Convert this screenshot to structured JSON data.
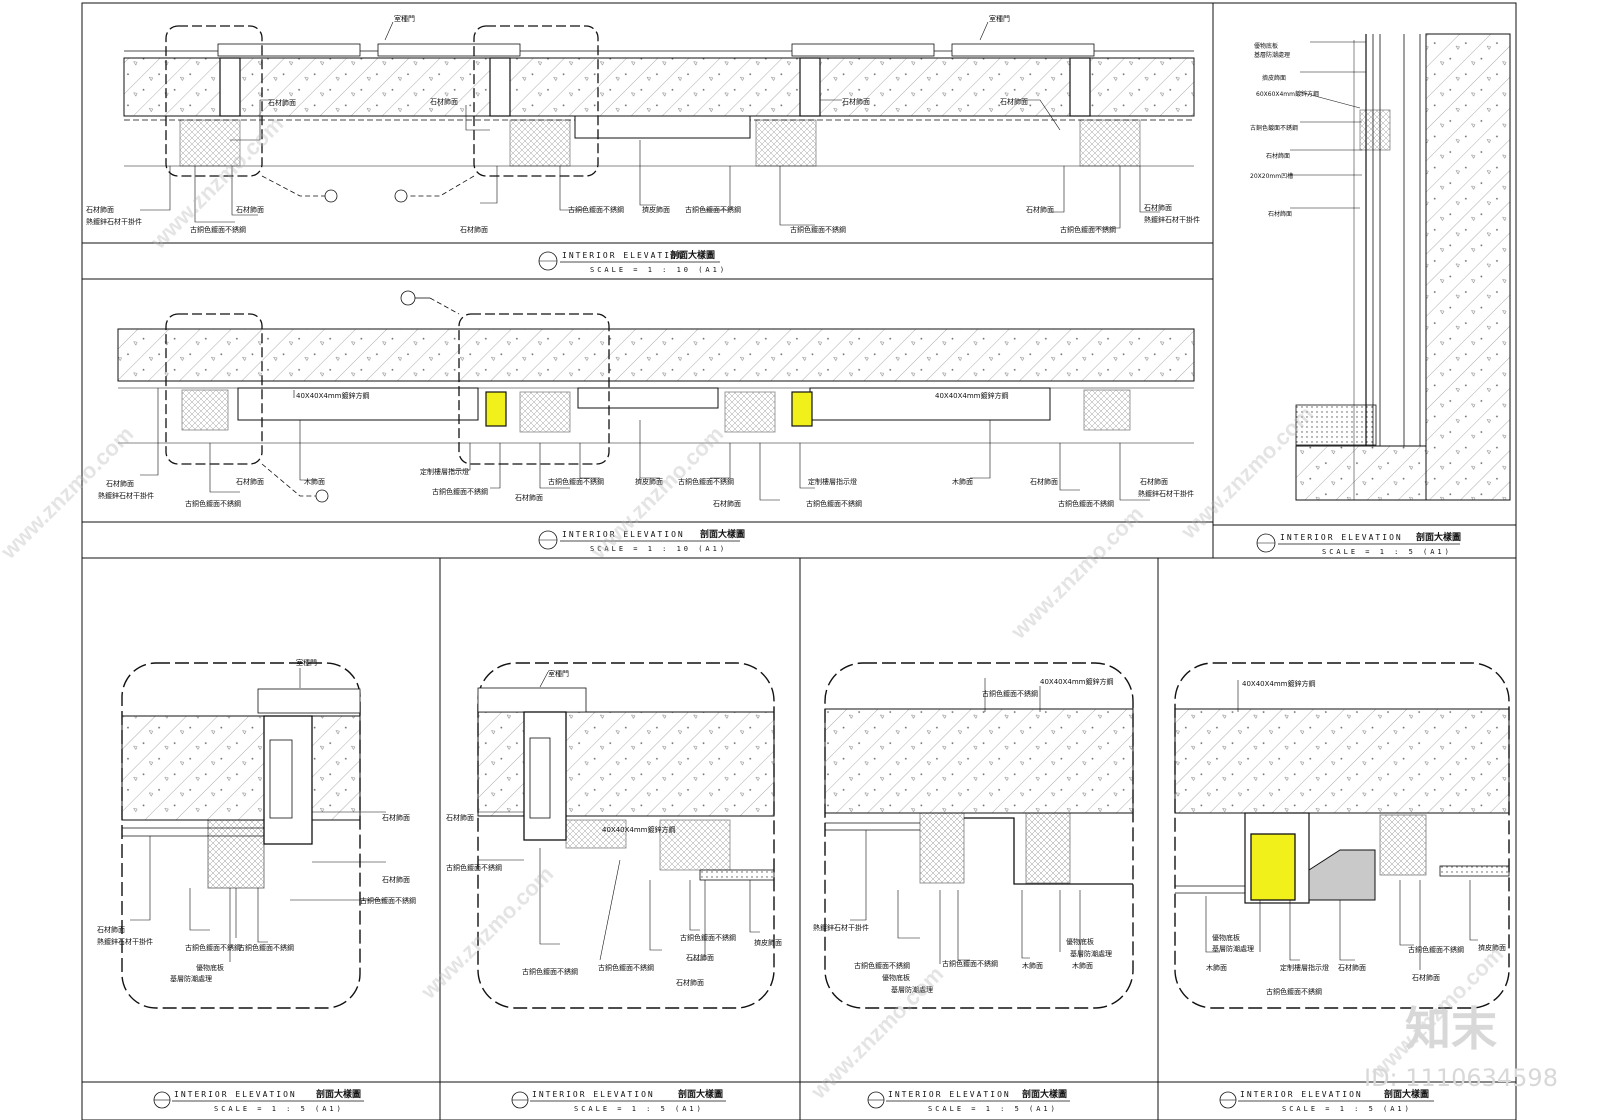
{
  "titles": {
    "panel_top_en": "INTERIOR ELEVATION",
    "panel_top_cn": "剖面大樣圖",
    "panel_top_scale": "SCALE = 1 : 10 (A1)",
    "panel_mid_en": "INTERIOR ELEVATION",
    "panel_mid_cn": "剖面大樣圖",
    "panel_mid_scale": "SCALE = 1 : 10 (A1)",
    "panel_right_en": "INTERIOR ELEVATION",
    "panel_right_cn": "剖面大樣圖",
    "panel_right_scale": "SCALE = 1 : 5 (A1)",
    "panel_b1_en": "INTERIOR ELEVATION",
    "panel_b1_cn": "剖面大樣圖",
    "panel_b1_scale": "SCALE = 1 : 5 (A1)",
    "panel_b2_en": "INTERIOR ELEVATION",
    "panel_b2_cn": "剖面大樣圖",
    "panel_b2_scale": "SCALE = 1 : 5 (A1)",
    "panel_b3_en": "INTERIOR ELEVATION",
    "panel_b3_cn": "剖面大樣圖",
    "panel_b3_scale": "SCALE = 1 : 5 (A1)",
    "panel_b4_en": "INTERIOR ELEVATION",
    "panel_b4_cn": "剖面大樣圖",
    "panel_b4_scale": "SCALE = 1 : 5 (A1)"
  },
  "labels": {
    "door": "室種門",
    "stone": "石材飾面",
    "bronze_ss": "古銅色鍍面不銹鋼",
    "galv_hanger": "熱鍍鋅石材干掛件",
    "leather": "擠皮飾面",
    "wood": "木飾面",
    "light_box": "定制樓層指示燈",
    "steel_tube": "40X40X4mm鍍鋅方鋼",
    "steel_tube2": "60X60X4mm鍍鋅方鋼",
    "board_a": "優物底板",
    "board_b": "基層防潮處理",
    "groove": "20X20mm凹槽",
    "leather2": "擠皮飾面"
  },
  "brand": {
    "logo_text": "知末",
    "id_text": "ID: 1110634598",
    "watermark": "www.znzmo.com"
  },
  "colors": {
    "line": "#111111",
    "lamp": "#f2f01a",
    "lamp_edge": "#cfcb00",
    "hatch": "#9a9a9a"
  }
}
